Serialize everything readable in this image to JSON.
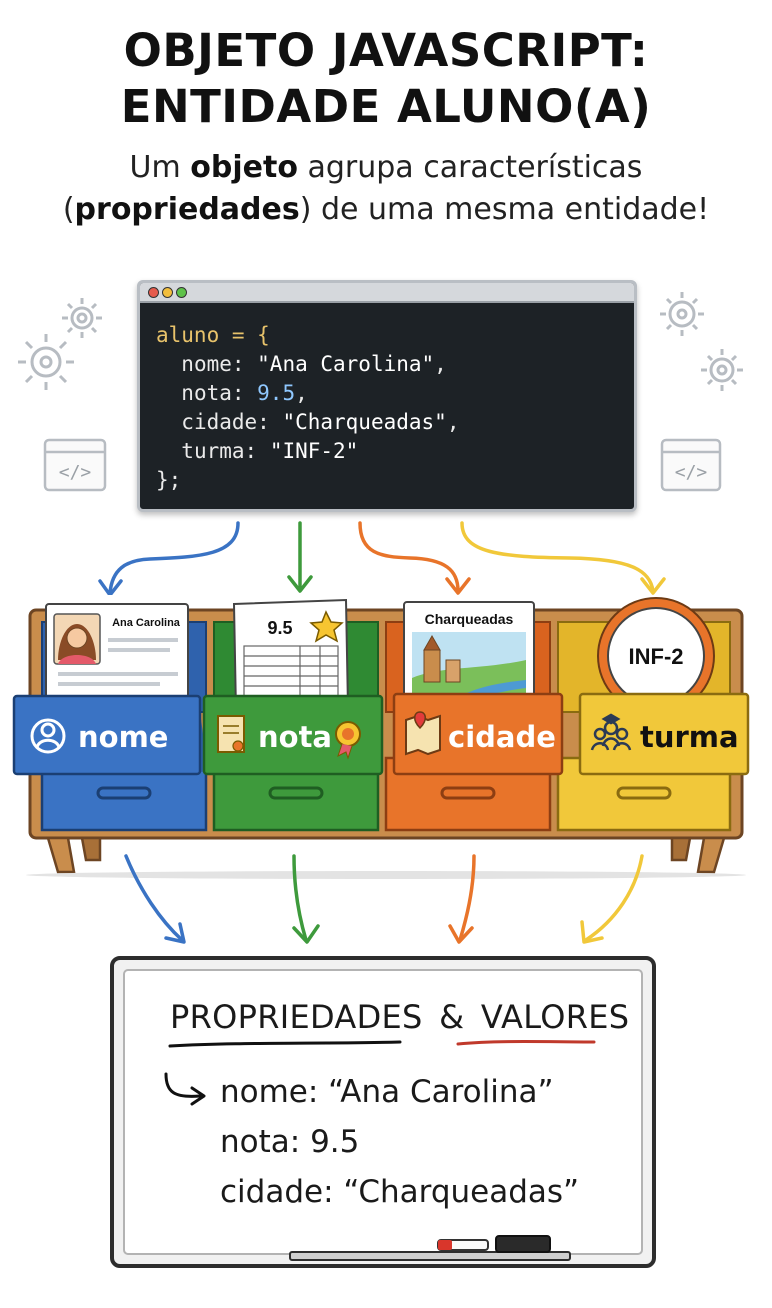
{
  "header": {
    "title_line1": "OBJETO JAVASCRIPT:",
    "title_line2": "ENTIDADE ALUNO(A)",
    "subtitle": {
      "line1_pre": "Um ",
      "line1_bold": "objeto",
      "line1_post": " agrupa características",
      "line2_pre": "(",
      "line2_bold": "propriedades",
      "line2_post": ") de uma mesma entidade!"
    }
  },
  "code": {
    "var_line": "aluno = {",
    "lines": [
      {
        "key": "nome: ",
        "value": "\"Ana Carolina\"",
        "suffix": ","
      },
      {
        "key": "nota: ",
        "value": "9.5",
        "suffix": ","
      },
      {
        "key": "cidade: ",
        "value": "\"Charqueadas\"",
        "suffix": ","
      },
      {
        "key": "turma: ",
        "value": "\"INF-2\"",
        "suffix": ""
      }
    ],
    "close_line": "};"
  },
  "drawers": [
    {
      "label": "nome",
      "card": "Ana Carolina",
      "color": "#3a73c4",
      "icon": "user-icon"
    },
    {
      "label": "nota",
      "card": "9.5",
      "color": "#3e9a3c",
      "icon": "certificate-icon"
    },
    {
      "label": "cidade",
      "card": "Charqueadas",
      "color": "#e8742a",
      "icon": "map-icon"
    },
    {
      "label": "turma",
      "card": "INF-2",
      "color": "#f1c83a",
      "icon": "group-icon"
    }
  ],
  "whiteboard": {
    "heading_left": "PROPRIEDADES",
    "heading_amp": "&",
    "heading_right": "VALORES",
    "items": [
      "nome: “Ana Carolina”",
      "nota: 9.5",
      "cidade: “Charqueadas”"
    ]
  },
  "colors": {
    "blue": "#3a73c4",
    "green": "#3e9a3c",
    "orange": "#e8742a",
    "yellow": "#f1c83a",
    "wood": "#c98d4c",
    "code_bg": "#1d2226"
  }
}
